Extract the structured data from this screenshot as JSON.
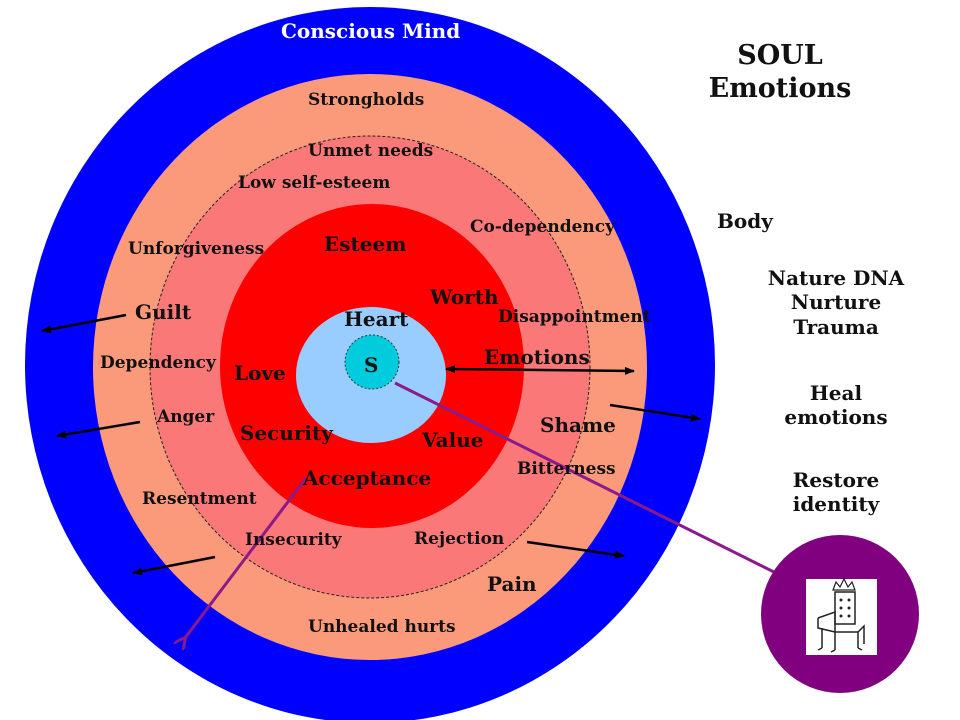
{
  "title": {
    "line1": "SOUL",
    "line2": "Emotions"
  },
  "rings": {
    "outer": {
      "label": "Conscious Mind",
      "color": "#0000ff"
    },
    "salmon": {
      "color": "#fa9a7a"
    },
    "pink": {
      "color": "#fa7878"
    },
    "red": {
      "color": "#ff0000"
    },
    "heart": {
      "label": "Heart",
      "color": "#99ccff"
    },
    "spirit": {
      "label": "S",
      "color": "#00ccdd"
    }
  },
  "labels": {
    "strongholds": "Strongholds",
    "unmet_needs": "Unmet needs",
    "low_self_esteem": "Low self-esteem",
    "co_dependency": "Co-dependency",
    "unforgiveness": "Unforgiveness",
    "esteem": "Esteem",
    "worth": "Worth",
    "disappointment": "Disappointment",
    "guilt": "Guilt",
    "dependency": "Dependency",
    "love": "Love",
    "emotions": "Emotions",
    "anger": "Anger",
    "security": "Security",
    "value": "Value",
    "shame": "Shame",
    "bitterness": "Bitterness",
    "acceptance": "Acceptance",
    "resentment": "Resentment",
    "insecurity": "Insecurity",
    "rejection": "Rejection",
    "pain": "Pain",
    "unhealed_hurts": "Unhealed hurts"
  },
  "side_list": {
    "body": "Body",
    "nature_dna": "Nature DNA",
    "nurture": "Nurture",
    "trauma": "Trauma",
    "heal_line1": "Heal",
    "heal_line2": "emotions",
    "restore_line1": "Restore",
    "restore_line2": "identity"
  },
  "throne_circle": {
    "color": "#800080",
    "icon": "throne-with-crown-icon"
  }
}
